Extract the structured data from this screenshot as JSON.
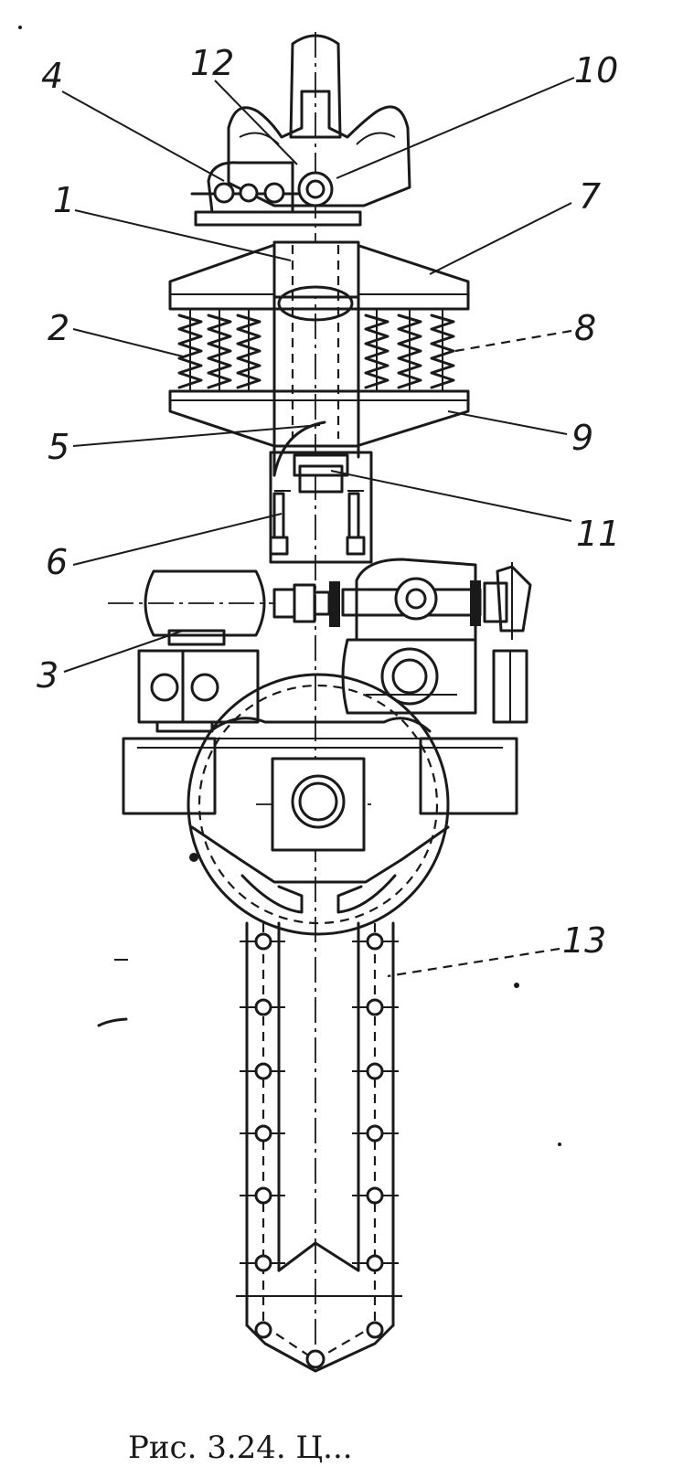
{
  "figure": {
    "callouts": [
      "1",
      "2",
      "3",
      "4",
      "5",
      "6",
      "7",
      "8",
      "9",
      "10",
      "11",
      "12",
      "13"
    ],
    "caption": "Рис. 3.24. Ц..."
  }
}
